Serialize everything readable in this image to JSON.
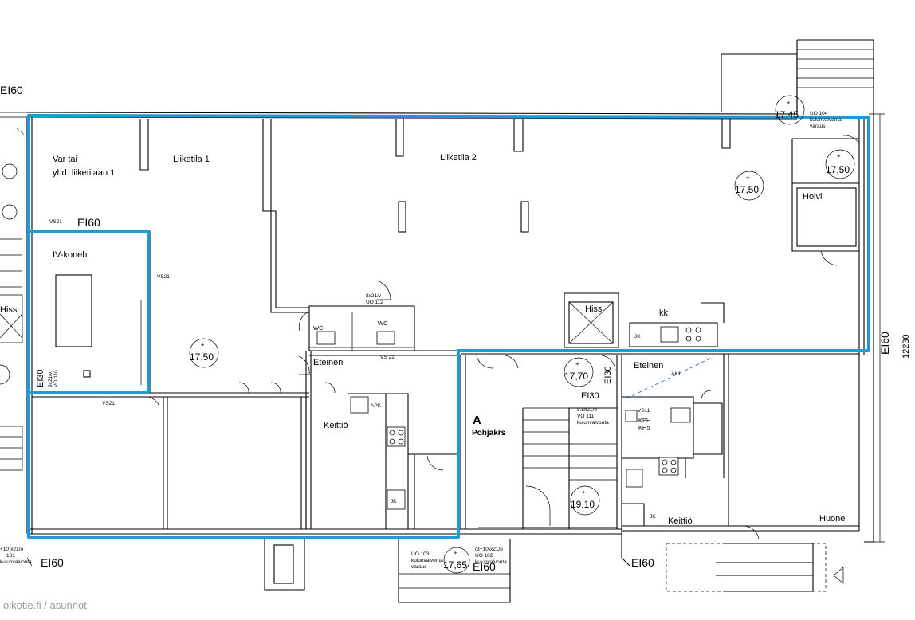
{
  "rooms": {
    "var_line1": "Var tai",
    "var_line2": "yhd. liiketilaan 1",
    "liiketila1": "Liiketila 1",
    "liiketila2": "Liiketila 2",
    "iv": "IV-koneh.",
    "holvi": "Holvi",
    "hissi_left": "Hissi",
    "hissi": "Hissi",
    "kk": "kk",
    "wc1": "WC",
    "wc2": "WC",
    "eteinen1": "Eteinen",
    "eteinen2": "Eteinen",
    "keittio1": "Keittiö",
    "keittio2": "Keittiö",
    "apk": "APK",
    "jk1": "JK",
    "jk2": "JK",
    "jk3": "JK",
    "kph": "KPH",
    "kh5": "KH5",
    "pohjakrs_letter": "A",
    "pohjakrs": "Pohjakrs",
    "huone": "Huone"
  },
  "levels": {
    "l1": "17,45",
    "l2": "17,50",
    "l3": "17,50",
    "l4": "17,50",
    "l5": "17,70",
    "l6": "19,10",
    "l7": "17,65",
    "plus": "+"
  },
  "fire": {
    "ei60_top_left": "EI60",
    "ei60_iv": "EI60",
    "ei60_right": "EI60",
    "ei60_bottom_left": "EI60",
    "ei60_bottom_mid": "EI60",
    "ei60_bottom_right": "EI60",
    "ei30_left": "EI30",
    "ei30_mid": "EI30",
    "ei30_stair": "EI30"
  },
  "doors": {
    "uo104": "UO 104",
    "uo104_l2": "kulunvalvonta",
    "uo104_l3": "varaus",
    "d112_l1": "8x21/v",
    "d112_l2": "UO 112",
    "vs21_a": "VS21",
    "vs21_b": "VS21",
    "vs21_c": "VS21",
    "vs21_d": "VS 21",
    "vo110_l1": "9x21/v",
    "vo110_l2": "VO 110",
    "d111_l1": "8.5x21/o",
    "d111_l2": "VO 111",
    "d111_l3": "kulunvalvonta",
    "vs11": "VS11",
    "ak1": "AK1",
    "uo103_l1": "UO 103",
    "uo103_l2": "kulunvalvonta",
    "uo103_l3": "varaus",
    "d102_l1": "(3+10)x21/o",
    "d102_l2": "UO 102",
    "d102_l3": "kulunvalvonta",
    "d101_l1": "+10)x21/o",
    "d101_l2": "101",
    "d101_l3": "kulunvalvonta"
  },
  "dimension": "12230",
  "watermark": "oikotie.fi / asunnot",
  "colors": {
    "boundary": "#1e9bd7",
    "walls": "#000000"
  }
}
